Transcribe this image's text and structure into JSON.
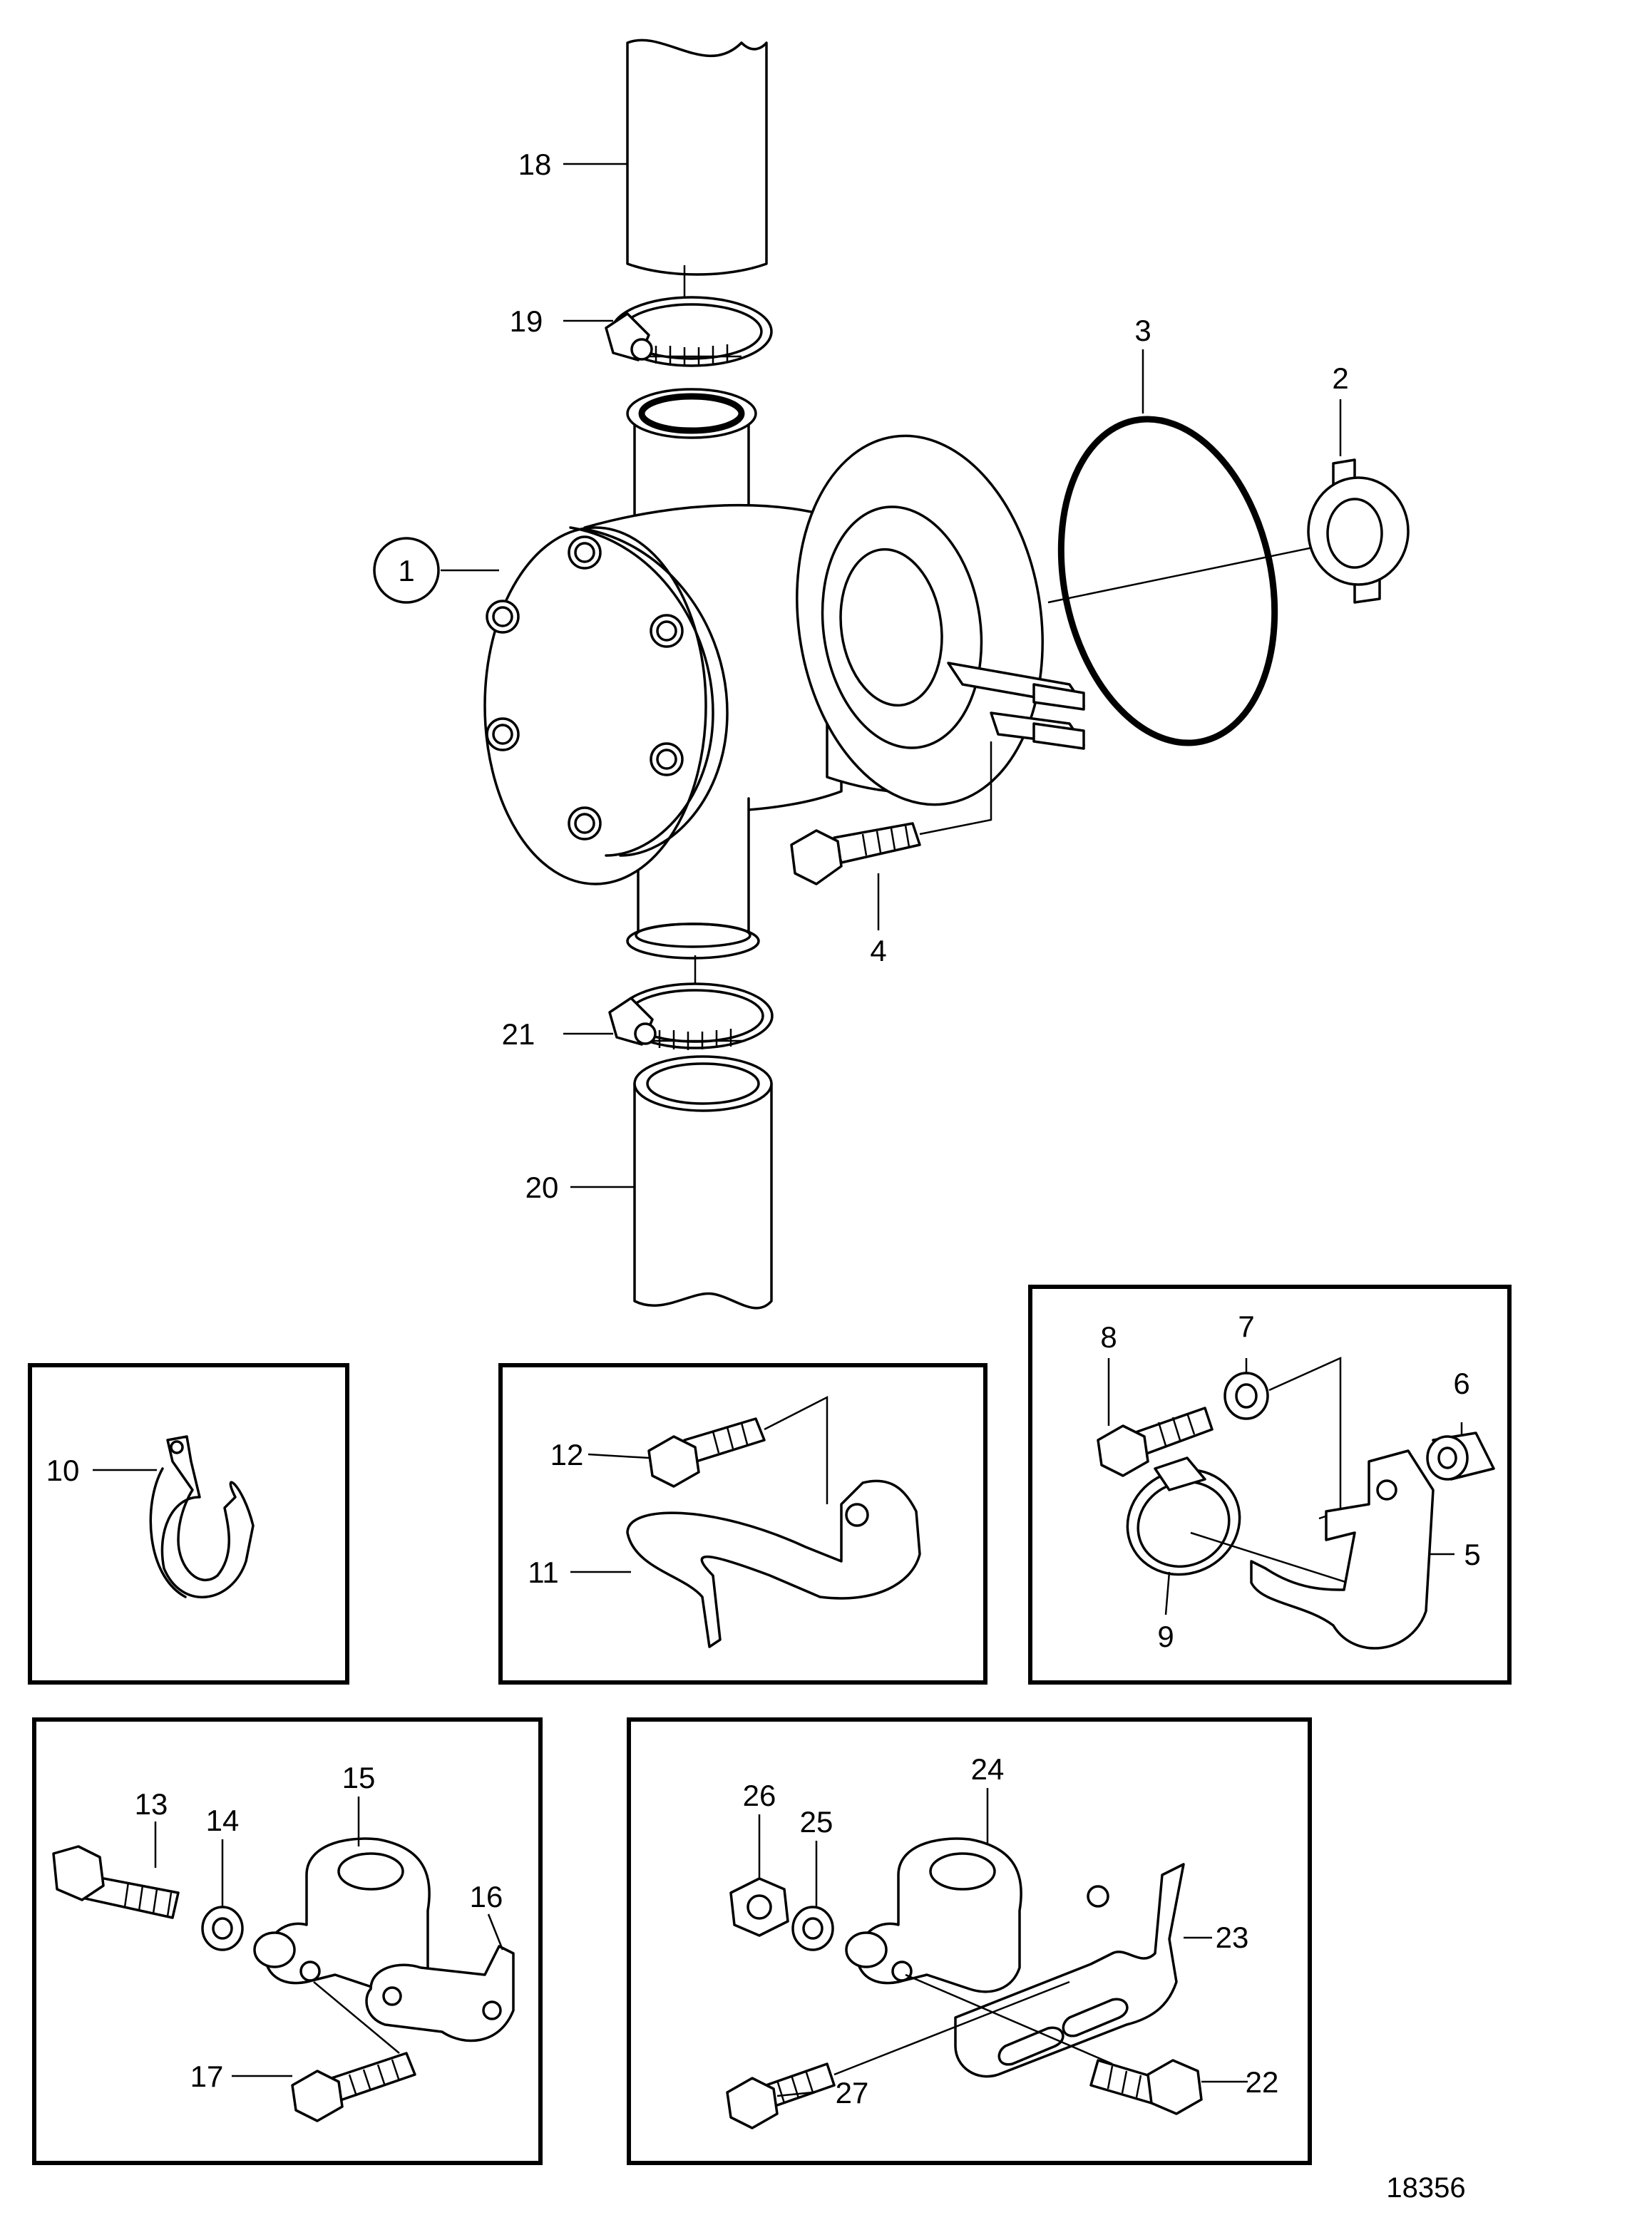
{
  "drawing_number": "18356",
  "callouts": [
    {
      "id": "c1",
      "text": "1",
      "circled": true
    },
    {
      "id": "c2",
      "text": "2"
    },
    {
      "id": "c3",
      "text": "3"
    },
    {
      "id": "c4",
      "text": "4"
    },
    {
      "id": "c5",
      "text": "5"
    },
    {
      "id": "c6",
      "text": "6"
    },
    {
      "id": "c7",
      "text": "7"
    },
    {
      "id": "c8",
      "text": "8"
    },
    {
      "id": "c9",
      "text": "9"
    },
    {
      "id": "c10",
      "text": "10"
    },
    {
      "id": "c11",
      "text": "11"
    },
    {
      "id": "c12",
      "text": "12"
    },
    {
      "id": "c13",
      "text": "13"
    },
    {
      "id": "c14",
      "text": "14"
    },
    {
      "id": "c15",
      "text": "15"
    },
    {
      "id": "c16",
      "text": "16"
    },
    {
      "id": "c17",
      "text": "17"
    },
    {
      "id": "c18",
      "text": "18"
    },
    {
      "id": "c19",
      "text": "19"
    },
    {
      "id": "c20",
      "text": "20"
    },
    {
      "id": "c21",
      "text": "21"
    },
    {
      "id": "c22",
      "text": "22"
    },
    {
      "id": "c23",
      "text": "23"
    },
    {
      "id": "c24",
      "text": "24"
    },
    {
      "id": "c25",
      "text": "25"
    },
    {
      "id": "c26",
      "text": "26"
    },
    {
      "id": "c27",
      "text": "27"
    }
  ]
}
